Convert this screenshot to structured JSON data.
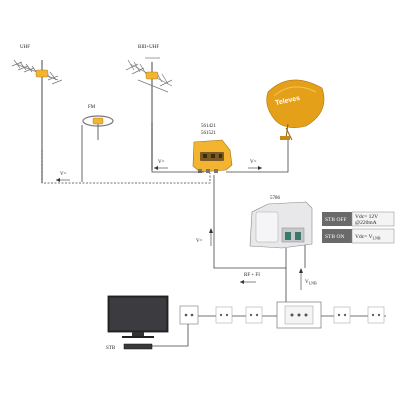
{
  "antennas": {
    "uhf_label": "UHF",
    "biii_uhf_label": "BIII+UHF",
    "fm_label": "FM"
  },
  "dish": {
    "brand": "Televes",
    "color": "#e5a019"
  },
  "amplifier": {
    "model_line1": "561421",
    "model_line2": "561521",
    "body_color": "#f2b431"
  },
  "power_labels": {
    "v_left": "V=",
    "v_mid": "V=",
    "v_right": "V=",
    "v_vertical": "V="
  },
  "psu": {
    "model": "5786"
  },
  "stb_table": {
    "row1_label": "STB OFF",
    "row1_value_line1": "Vdc= 12V",
    "row1_value_line2": "@220mA",
    "row2_label": "STB ON",
    "row2_value_prefix": "Vdc= V",
    "row2_value_sub": "LNB"
  },
  "signals": {
    "rf_fi": "RF + FI",
    "vlnb_main": "V",
    "vlnb_sub": "LNB"
  },
  "tv": {
    "stb_label": "STB"
  },
  "colors": {
    "accent_orange": "#f2b431",
    "wire": "#444444",
    "table_dark": "#6a6a6a"
  }
}
